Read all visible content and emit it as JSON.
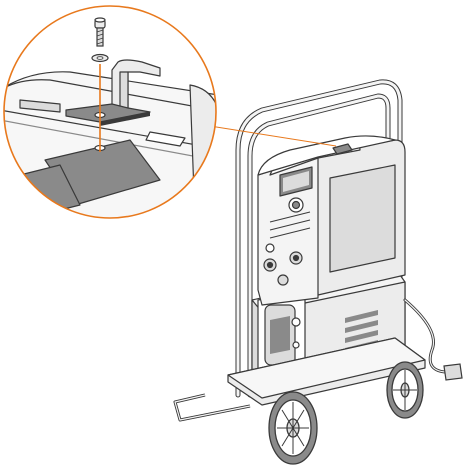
{
  "figure": {
    "description_visible_text": "",
    "accent_color": "#e8791d",
    "line_color": "#3a3a3a",
    "fill_light": "#f4f4f4",
    "fill_mid": "#dcdcdc",
    "fill_dark": "#8a8a8a"
  },
  "callout": {
    "parts": [
      "screw",
      "washer",
      "bracket",
      "hole-marker"
    ]
  }
}
